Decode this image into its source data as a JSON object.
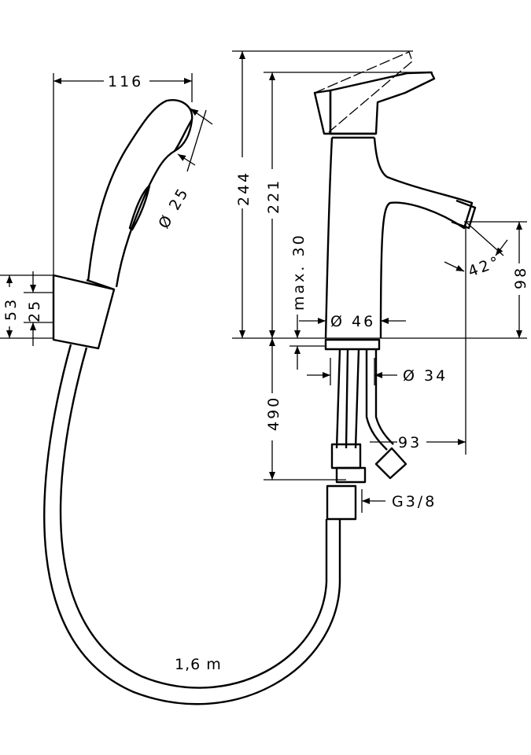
{
  "dimensions": {
    "shower_length": "116",
    "shower_diameter": "Ø 25",
    "holder_height": "53",
    "holder_inner": "25",
    "total_height": "244",
    "spout_height": "221",
    "max_thickness": "max. 30",
    "body_diameter": "Ø 46",
    "spout_angle": "42°",
    "outlet_height": "98",
    "hole_diameter": "Ø 34",
    "hose_length_connection": "490",
    "projection": "93",
    "thread": "G3/8",
    "hose_length": "1,6 m"
  }
}
